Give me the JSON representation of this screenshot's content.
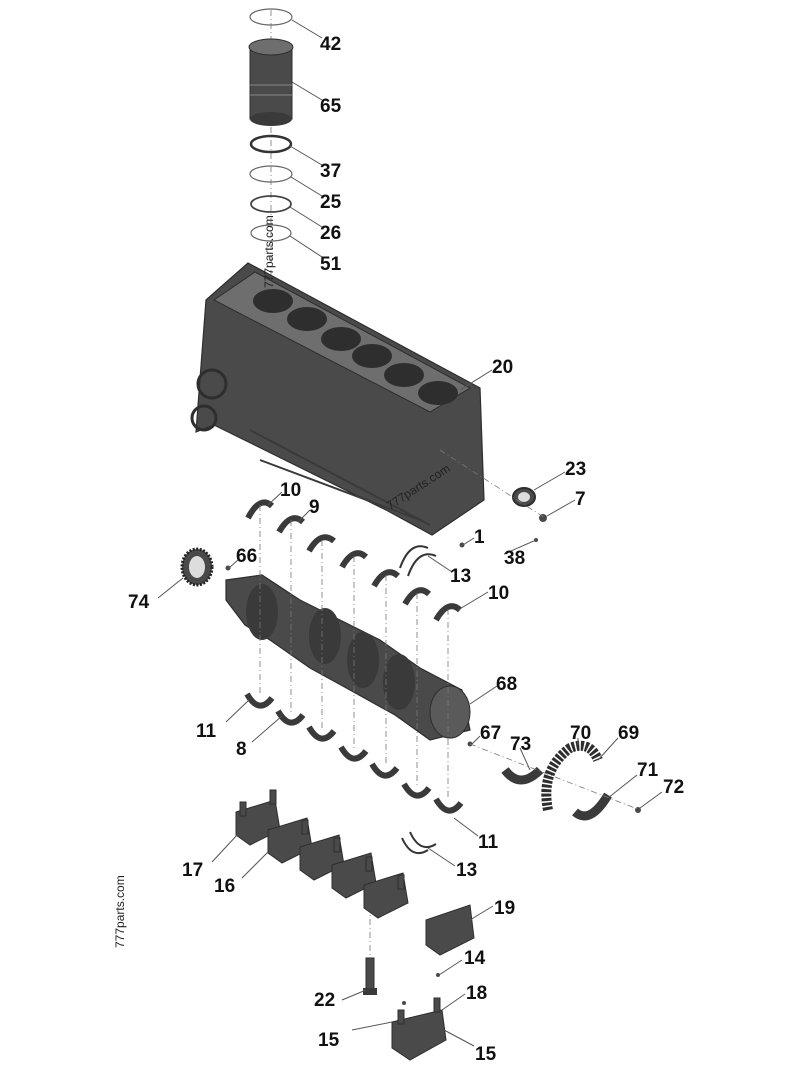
{
  "diagram": {
    "callouts": [
      "42",
      "65",
      "37",
      "25",
      "26",
      "51",
      "20",
      "23",
      "7",
      "38",
      "1",
      "10",
      "9",
      "66",
      "74",
      "13",
      "10",
      "68",
      "67",
      "73",
      "70",
      "69",
      "71",
      "72",
      "11",
      "8",
      "11",
      "13",
      "17",
      "16",
      "19",
      "14",
      "22",
      "18",
      "15",
      "15"
    ],
    "watermarks": [
      "777parts.com",
      "777parts.com",
      "777parts.com"
    ],
    "colors": {
      "part": "#4a4a4a",
      "part_dark": "#2e2e2e",
      "part_light": "#6e6e6e",
      "line": "#555555"
    }
  }
}
